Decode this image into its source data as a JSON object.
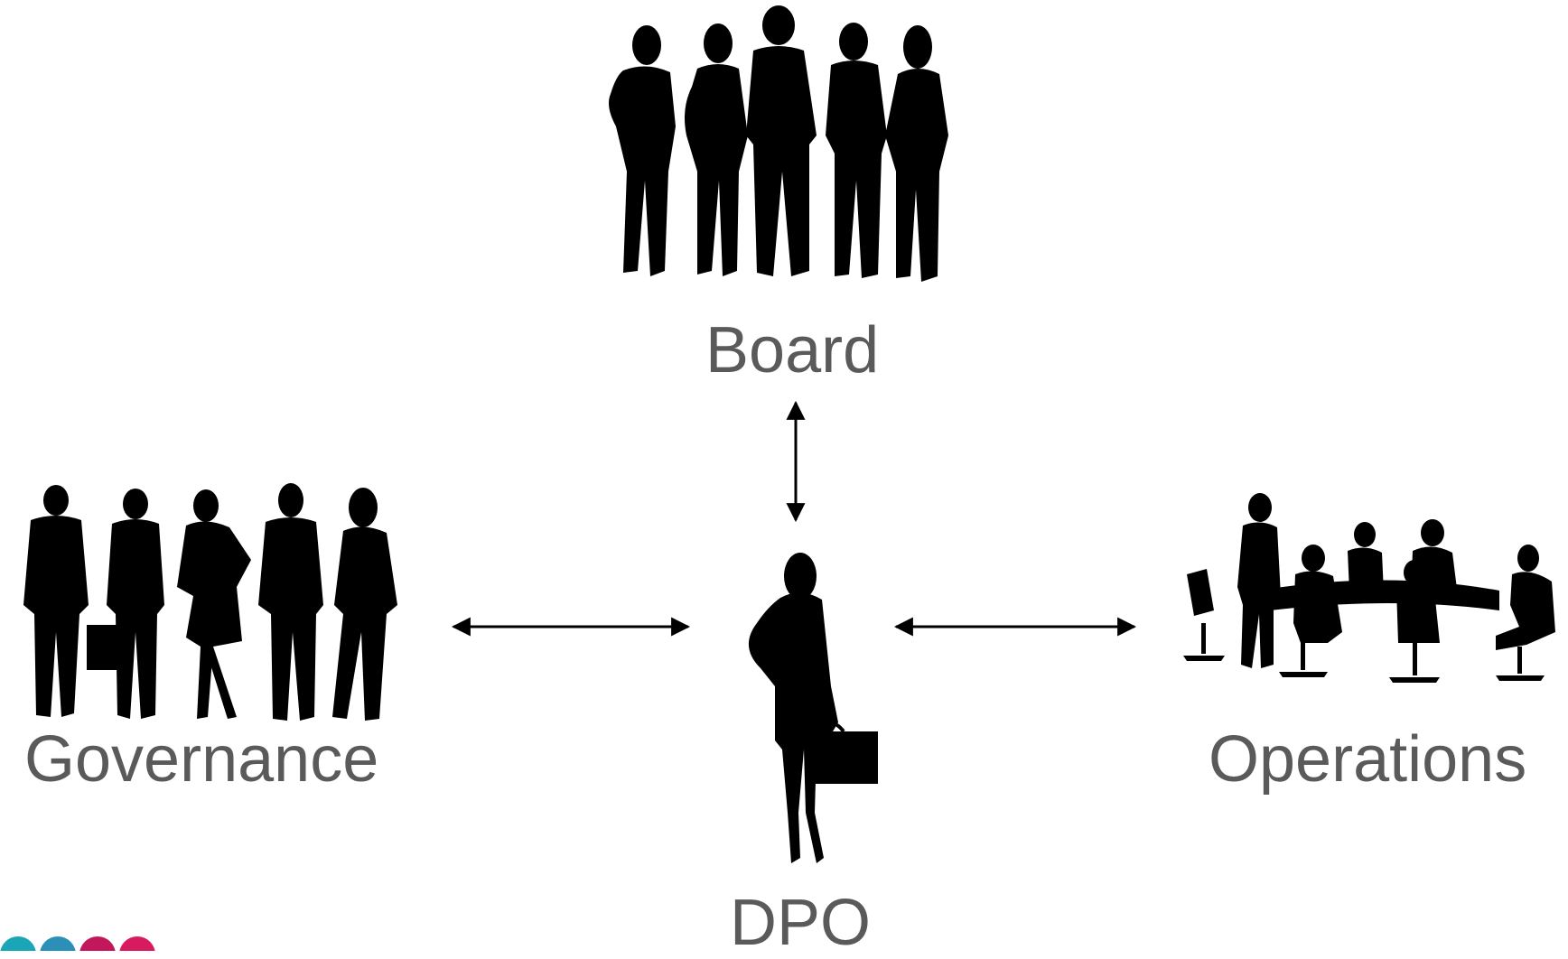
{
  "nodes": {
    "board": {
      "label": "Board",
      "icon": "board-group-silhouette-icon"
    },
    "governance": {
      "label": "Governance",
      "icon": "governance-group-silhouette-icon"
    },
    "operations": {
      "label": "Operations",
      "icon": "operations-meeting-silhouette-icon"
    },
    "dpo": {
      "label": "DPO",
      "icon": "dpo-woman-silhouette-icon"
    }
  },
  "edges": [
    {
      "from": "dpo",
      "to": "board",
      "type": "bidirectional"
    },
    {
      "from": "dpo",
      "to": "governance",
      "type": "bidirectional"
    },
    {
      "from": "dpo",
      "to": "operations",
      "type": "bidirectional"
    }
  ],
  "colors": {
    "label": "#5a5a5a",
    "silhouette": "#000000",
    "arrow": "#000000",
    "logo": [
      "#1aa6b7",
      "#2b8fb8",
      "#c2185b",
      "#d81b60"
    ]
  }
}
